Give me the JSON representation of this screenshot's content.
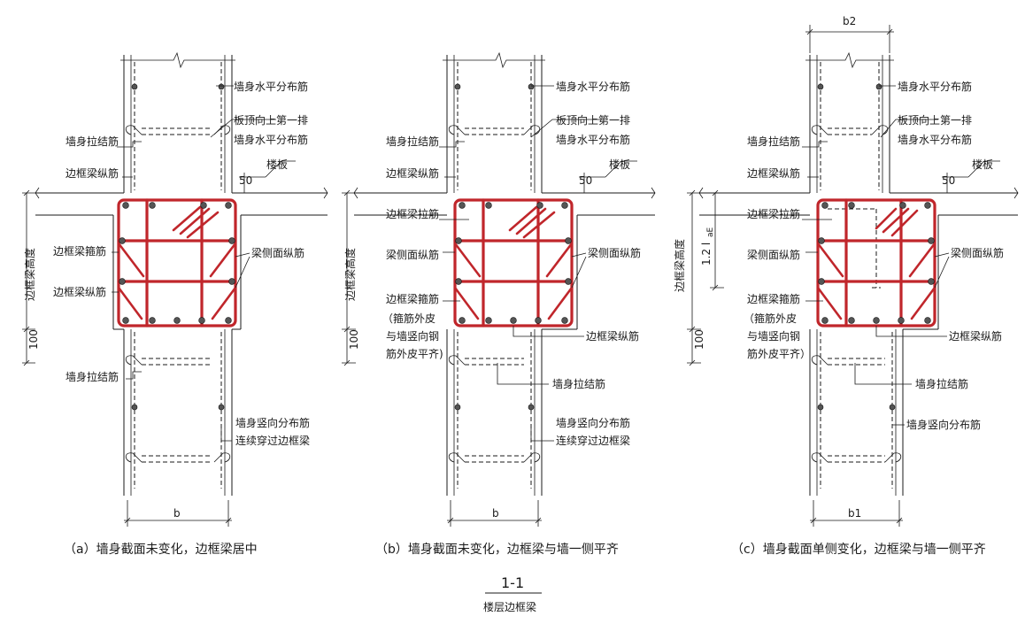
{
  "labels": {
    "wall_horizontal_rebar": "墙身水平分布筋",
    "first_row_line1": "板顶向上第一排",
    "first_row_line2": "墙身水平分布筋",
    "wall_tie": "墙身拉结筋",
    "beam_longitudinal": "边框梁纵筋",
    "floor_slab": "楼板",
    "beam_tie": "边框梁拉筋",
    "beam_side_longitudinal": "梁侧面纵筋",
    "beam_stirrup": "边框梁箍筋",
    "stirrup_note_a": "（箍筋外皮",
    "stirrup_note_b": "与墙竖向钢",
    "stirrup_note_c": "筋外皮平齐）",
    "stirrup_note_c_alt": "筋外皮平齐)",
    "wall_vertical_rebar": "墙身竖向分布筋",
    "continuous": "连续穿过边框梁",
    "beam_height": "边框梁高度"
  },
  "dims": {
    "d50": "50",
    "d100": "100",
    "b": "b",
    "b1": "b1",
    "b2": "b2",
    "lae": "1.2 l",
    "lae_sub": "aE"
  },
  "panels": {
    "a_caption": "（a）墙身截面未变化，边框梁居中",
    "b_caption": "（b）墙身截面未变化，边框梁与墙一侧平齐",
    "c_caption": "（c）墙身截面单侧变化，边框梁与墙一侧平齐"
  },
  "footer": {
    "section": "1-1",
    "title": "楼层边框梁"
  }
}
